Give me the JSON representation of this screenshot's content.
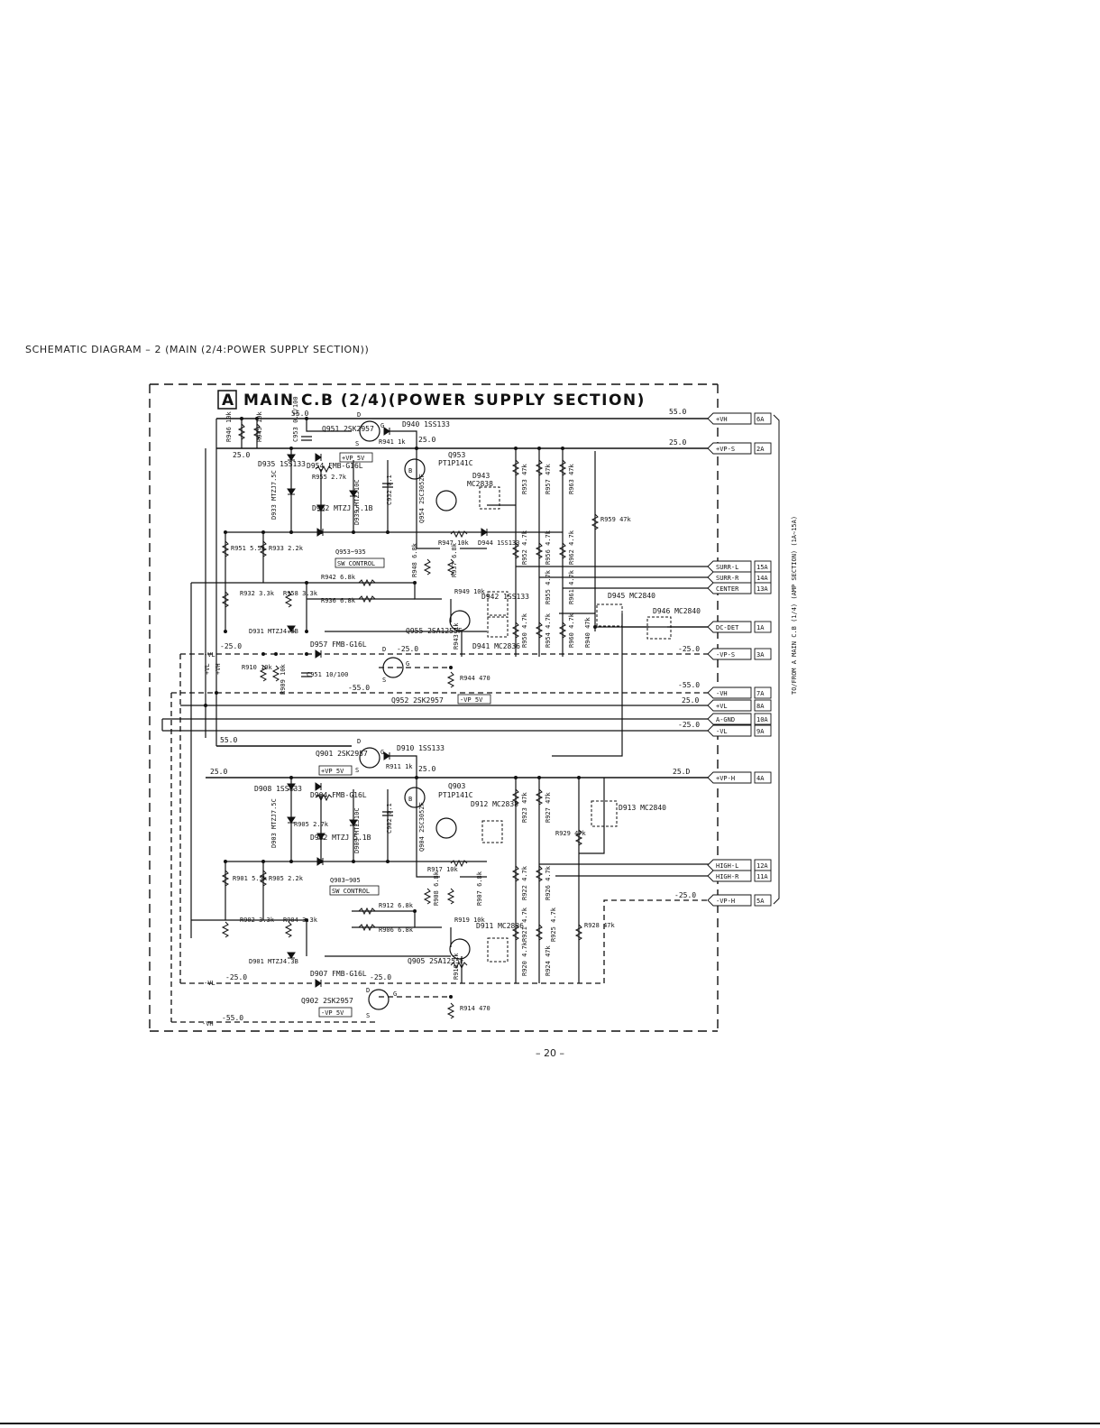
{
  "header": "SCHEMATIC DIAGRAM – 2 (MAIN (2/4:POWER SUPPLY SECTION))",
  "board_letter": "A",
  "board_title": "MAIN C.B (2/4)(POWER SUPPLY SECTION)",
  "side_label": "TO/FROM A MAIN C.B (1/4) (AMP SECTION) (1A∼15A)",
  "page_number": "– 20 –",
  "voltages": {
    "v55": "55.0",
    "v25": "25.0",
    "vm25": "-25.0",
    "vm55": "-55.0",
    "v25d": "25.D"
  },
  "connectors": [
    {
      "net": "+VH",
      "pin": "6A"
    },
    {
      "net": "+VP-S",
      "pin": "2A"
    },
    {
      "net": "SURR-L",
      "pin": "15A"
    },
    {
      "net": "SURR-R",
      "pin": "14A"
    },
    {
      "net": "CENTER",
      "pin": "13A"
    },
    {
      "net": "DC-DET",
      "pin": "1A"
    },
    {
      "net": "-VP-S",
      "pin": "3A"
    },
    {
      "net": "-VH",
      "pin": "7A"
    },
    {
      "net": "+VL",
      "pin": "8A"
    },
    {
      "net": "A-GND",
      "pin": "10A"
    },
    {
      "net": "-VL",
      "pin": "9A"
    },
    {
      "net": "+VP-H",
      "pin": "4A"
    },
    {
      "net": "HIGH-L",
      "pin": "12A"
    },
    {
      "net": "HIGH-R",
      "pin": "11A"
    },
    {
      "net": "-VP-H",
      "pin": "5A"
    }
  ],
  "boxes": {
    "vp5_a": "+VP 5V",
    "vp5_b": "-VP 5V",
    "vp5_c": "+VP 5V",
    "vp5_d": "-VP 5V",
    "sw_control_1": "SW CONTROL",
    "sw_control_2": "SW CONTROL"
  },
  "left_tags": {
    "vl_plus": "+VL",
    "vh_plus": "+VH",
    "vl_minus": "-VL",
    "vh_minus": "-VH"
  },
  "components": {
    "r946": "R946 10k",
    "r945": "R945 10k",
    "c953": "C953 0.1/100",
    "q951": "Q951 2SK2957",
    "d940": "D940 1SS133",
    "r941": "R941 1k",
    "d935": "D935 1SS133",
    "d954": "D954 FMB-G16L",
    "r955": "R955 2.7k",
    "q953": "Q953",
    "q953_pn": "PT1P141C",
    "d943": "D943",
    "d943_pn": "MC2838",
    "d933": "D933 MTZJ7.5C",
    "d952": "D952 MTZJ 5.1B",
    "d939": "D939 MTZJ10C",
    "c932": "C932 0.1",
    "q954": "Q954 2SC3052F",
    "r953": "R953 47k",
    "r957": "R957 47k",
    "r963": "R963 47k",
    "r959": "R959 47k",
    "r947": "R947 10k",
    "d944": "D944 1SS133",
    "r951": "R951 5.5k",
    "r933": "R933 2.2k",
    "sw951": "Q953~935",
    "r942": "R942 6.8k",
    "r948": "R948 6.8k",
    "r937": "R937 6.8k",
    "r952": "R952 4.7k",
    "r956a": "R956 4.7k",
    "r962": "R962 4.7k",
    "r932": "R932 3.3k",
    "r958": "R958 3.3k",
    "r936": "R936 6.8k",
    "r949": "R949 10k",
    "d942": "D942 1SS133",
    "r955b": "R955 4.7k",
    "r961": "R961 4.7k",
    "d945": "D945 MC2840",
    "d946": "D946 MC2840",
    "d931": "D931 MTZJ4.3B",
    "d957": "D957 FMB-G16L",
    "q955": "Q955 2SA1255F",
    "r943": "R943 1k",
    "d941": "D941 MC2836",
    "r950": "R950 4.7k",
    "r954": "R954 4.7k",
    "r960": "R960 4.7k",
    "r940": "R940 47k",
    "r910": "R910 10k",
    "r909": "R909 10k",
    "c951": "C951 10/100",
    "r944": "R944 470",
    "q952": "Q952 2SK2957",
    "q901": "Q901 2SK2957",
    "d910": "D910 1SS133",
    "r911": "R911 1k",
    "d908": "D908 1SS133",
    "d904": "D904 FMB-G16L",
    "q903": "Q903",
    "q903_pn": "PT1P141C",
    "d912": "D912 MC2838",
    "r923": "R923 47k",
    "r927": "R927 47k",
    "d913": "D913 MC2840",
    "r929": "R929 47k",
    "d903": "D903 MTZJ7.5C",
    "r905a": "R905 2.7k",
    "d902": "D902 MTZJ 5.1B",
    "d909": "D909 MTZJ10C",
    "c902": "C902 0.1",
    "q904": "Q904 2SC3052F",
    "r917": "R917 10k",
    "r901": "R901 5.5k",
    "r905": "R905 2.2k",
    "sw901": "Q903~905",
    "r908": "R908 6.8k",
    "r907": "R907 6.8k",
    "r922": "R922 4.7k",
    "r926": "R926 4.7k",
    "r912": "R912 6.8k",
    "r906": "R906 6.8k",
    "r902": "R902 3.3k",
    "r904": "R904 3.3k",
    "r919": "R919 10k",
    "d911": "D911 MC2836",
    "r921": "R921 4.7k",
    "r925": "R925 4.7k",
    "r928": "R928 47k",
    "d901": "D901 MTZJ4.3B",
    "d907": "D907 FMB-G16L",
    "q905": "Q905 2SA1255F",
    "r918": "R918 1k",
    "r920": "R920 4.7k",
    "r924": "R924 47k",
    "q902": "Q902 2SK2957",
    "r914": "R914 470",
    "pin_d": "D",
    "pin_g": "G",
    "pin_s": "S",
    "pin_b": "B"
  }
}
